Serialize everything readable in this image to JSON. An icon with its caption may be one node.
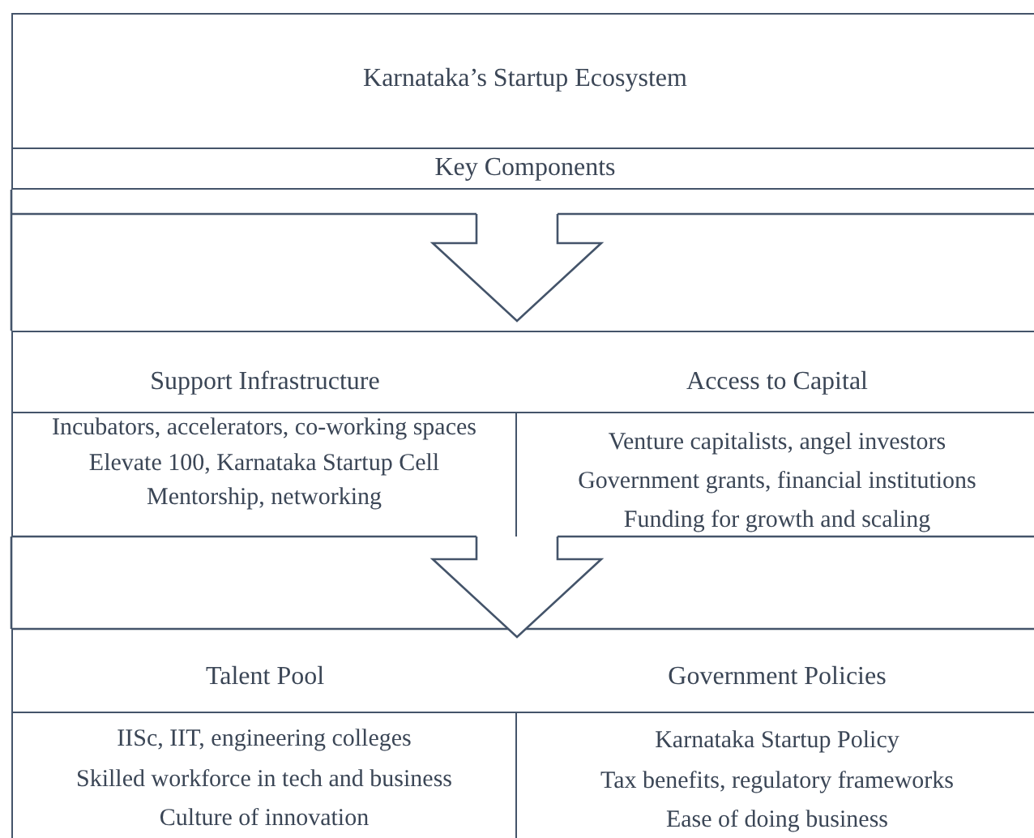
{
  "diagram": {
    "nodes": [
      {
        "text": [
          "Karnataka’s Startup Ecosystem"
        ]
      },
      {
        "text": [
          "Key Components"
        ]
      },
      {
        "text": [
          "Support Infrastructure"
        ]
      },
      {
        "text": [
          "Access to Capital"
        ]
      },
      {
        "text": [
          "Incubators, accelerators, co-working spaces",
          "Elevate 100, Karnataka Startup Cell",
          "Mentorship, networking"
        ]
      },
      {
        "text": [
          "Venture capitalists, angel investors",
          "Government grants, financial institutions",
          "Funding for growth and scaling"
        ]
      },
      {
        "text": [
          "Talent Pool"
        ]
      },
      {
        "text": [
          "Government Policies"
        ]
      },
      {
        "text": [
          "IISc, IIT, engineering colleges",
          "Skilled workforce in tech and business",
          "Culture of innovation"
        ]
      },
      {
        "text": [
          "Karnataka Startup Policy",
          "Tax benefits, regulatory frameworks",
          "Ease of doing business"
        ]
      }
    ],
    "edges": [
      {
        "from": 1,
        "to": 2,
        "arrow": "to"
      },
      {
        "from": 1,
        "to": 3,
        "arrow": "to"
      },
      {
        "from": 4,
        "to": 6,
        "arrow": "to"
      },
      {
        "from": 4,
        "to": 7,
        "arrow": "to"
      },
      {
        "from": 5,
        "to": 6,
        "arrow": "to"
      },
      {
        "from": 5,
        "to": 7,
        "arrow": "to"
      }
    ]
  }
}
